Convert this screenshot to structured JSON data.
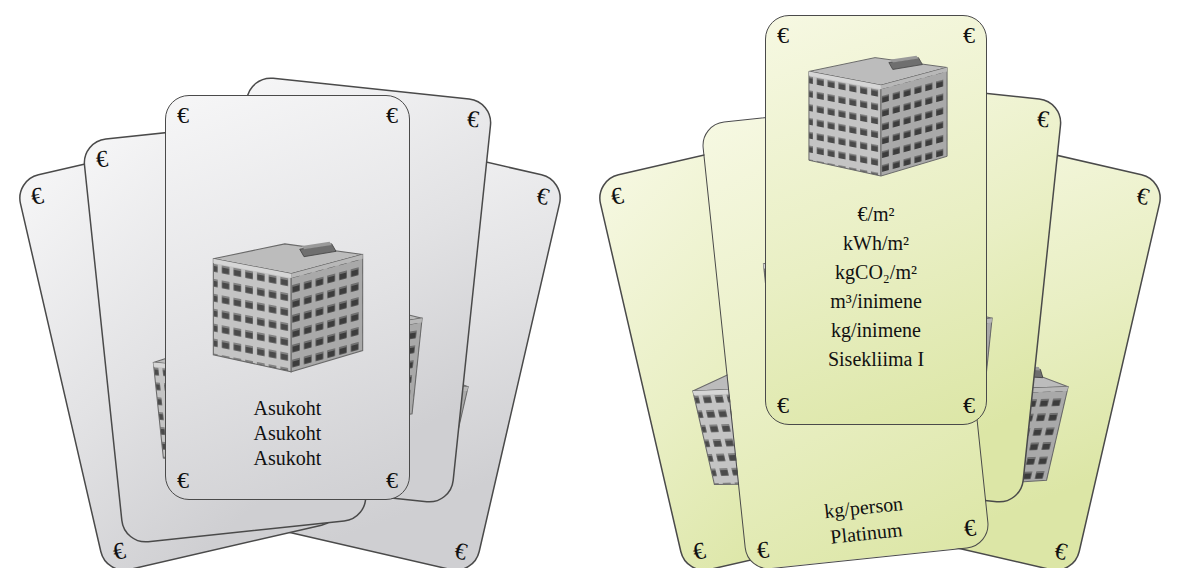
{
  "diagram": {
    "nodes": [
      {
        "text": [
          "Asukoht",
          "Asukoht",
          "Asukoht"
        ]
      },
      {
        "text": [
          "€/m²",
          "kWh/m²",
          "kgCO₂/m²",
          "m³/inimene",
          "kg/inimene",
          "Sisekliima I"
        ]
      },
      {
        "text": [
          "kg/person",
          "Platinum"
        ]
      }
    ],
    "labels": [
      "€",
      "€",
      "€",
      "€",
      "€",
      "€",
      "€",
      "€",
      "€",
      "€",
      "€",
      "€",
      "€",
      "€",
      "€",
      "€",
      "€",
      "€",
      "€",
      "€",
      "€"
    ]
  }
}
